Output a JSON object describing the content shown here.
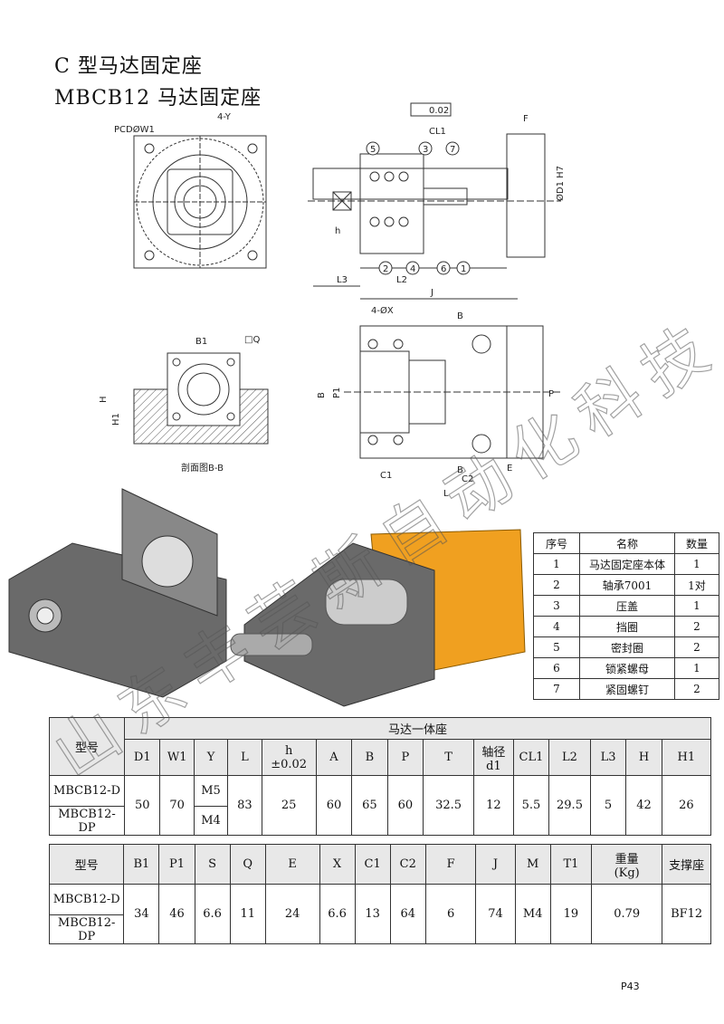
{
  "page": {
    "title_line1": "C 型马达固定座",
    "title_line2": "MBCB12 马达固定座",
    "page_number": "P43",
    "watermark": "山东丰芸斯自动化科技"
  },
  "drawing_labels": {
    "pcd": "PCDØW1",
    "four_y": "4-Y",
    "flatness": "0.02",
    "cl1": "CL1",
    "f": "F",
    "d1h7": "ØD1 H7",
    "h": "h",
    "l3": "L3",
    "l2": "L2",
    "j": "J",
    "four_x": "4-ØX",
    "b_top": "B",
    "b_bottom": "B",
    "b1": "B1",
    "sq": "□Q",
    "H": "H",
    "H1": "H1",
    "section": "剖面图B-B",
    "B_dim": "B",
    "P1": "P1",
    "P": "P",
    "C1": "C1",
    "C2": "C2",
    "E": "E",
    "L": "L",
    "c1_circle": "1",
    "c2_circle": "2",
    "c3_circle": "3",
    "c4_circle": "4",
    "c5_circle": "5",
    "c6_circle": "6",
    "c7_circle": "7"
  },
  "parts_table": {
    "headers": [
      "序号",
      "名称",
      "数量"
    ],
    "rows": [
      [
        "1",
        "马达固定座本体",
        "1"
      ],
      [
        "2",
        "轴承7001",
        "1对"
      ],
      [
        "3",
        "压盖",
        "1"
      ],
      [
        "4",
        "挡圈",
        "2"
      ],
      [
        "5",
        "密封圈",
        "2"
      ],
      [
        "6",
        "锁紧螺母",
        "1"
      ],
      [
        "7",
        "紧固螺钉",
        "2"
      ]
    ]
  },
  "spec_table_1": {
    "model_label": "型号",
    "group_label": "马达一体座",
    "columns": [
      "D1",
      "W1",
      "Y",
      "L",
      "h\n±0.02",
      "A",
      "B",
      "P",
      "T",
      "轴径\nd1",
      "CL1",
      "L2",
      "L3",
      "H",
      "H1"
    ],
    "models": [
      "MBCB12-D",
      "MBCB12-DP"
    ],
    "y_values": [
      "M5",
      "M4"
    ],
    "values": {
      "D1": "50",
      "W1": "70",
      "L": "83",
      "h": "25",
      "A": "60",
      "B": "65",
      "P": "60",
      "T": "32.5",
      "d1": "12",
      "CL1": "5.5",
      "L2": "29.5",
      "L3": "5",
      "H": "42",
      "H1": "26"
    }
  },
  "spec_table_2": {
    "model_label": "型号",
    "columns": [
      "B1",
      "P1",
      "S",
      "Q",
      "E",
      "X",
      "C1",
      "C2",
      "F",
      "J",
      "M",
      "T1",
      "重量\n(Kg)",
      "支撑座"
    ],
    "models": [
      "MBCB12-D",
      "MBCB12-DP"
    ],
    "values": [
      "34",
      "46",
      "6.6",
      "11",
      "24",
      "6.6",
      "13",
      "64",
      "6",
      "74",
      "M4",
      "19",
      "0.79",
      "BF12"
    ]
  }
}
